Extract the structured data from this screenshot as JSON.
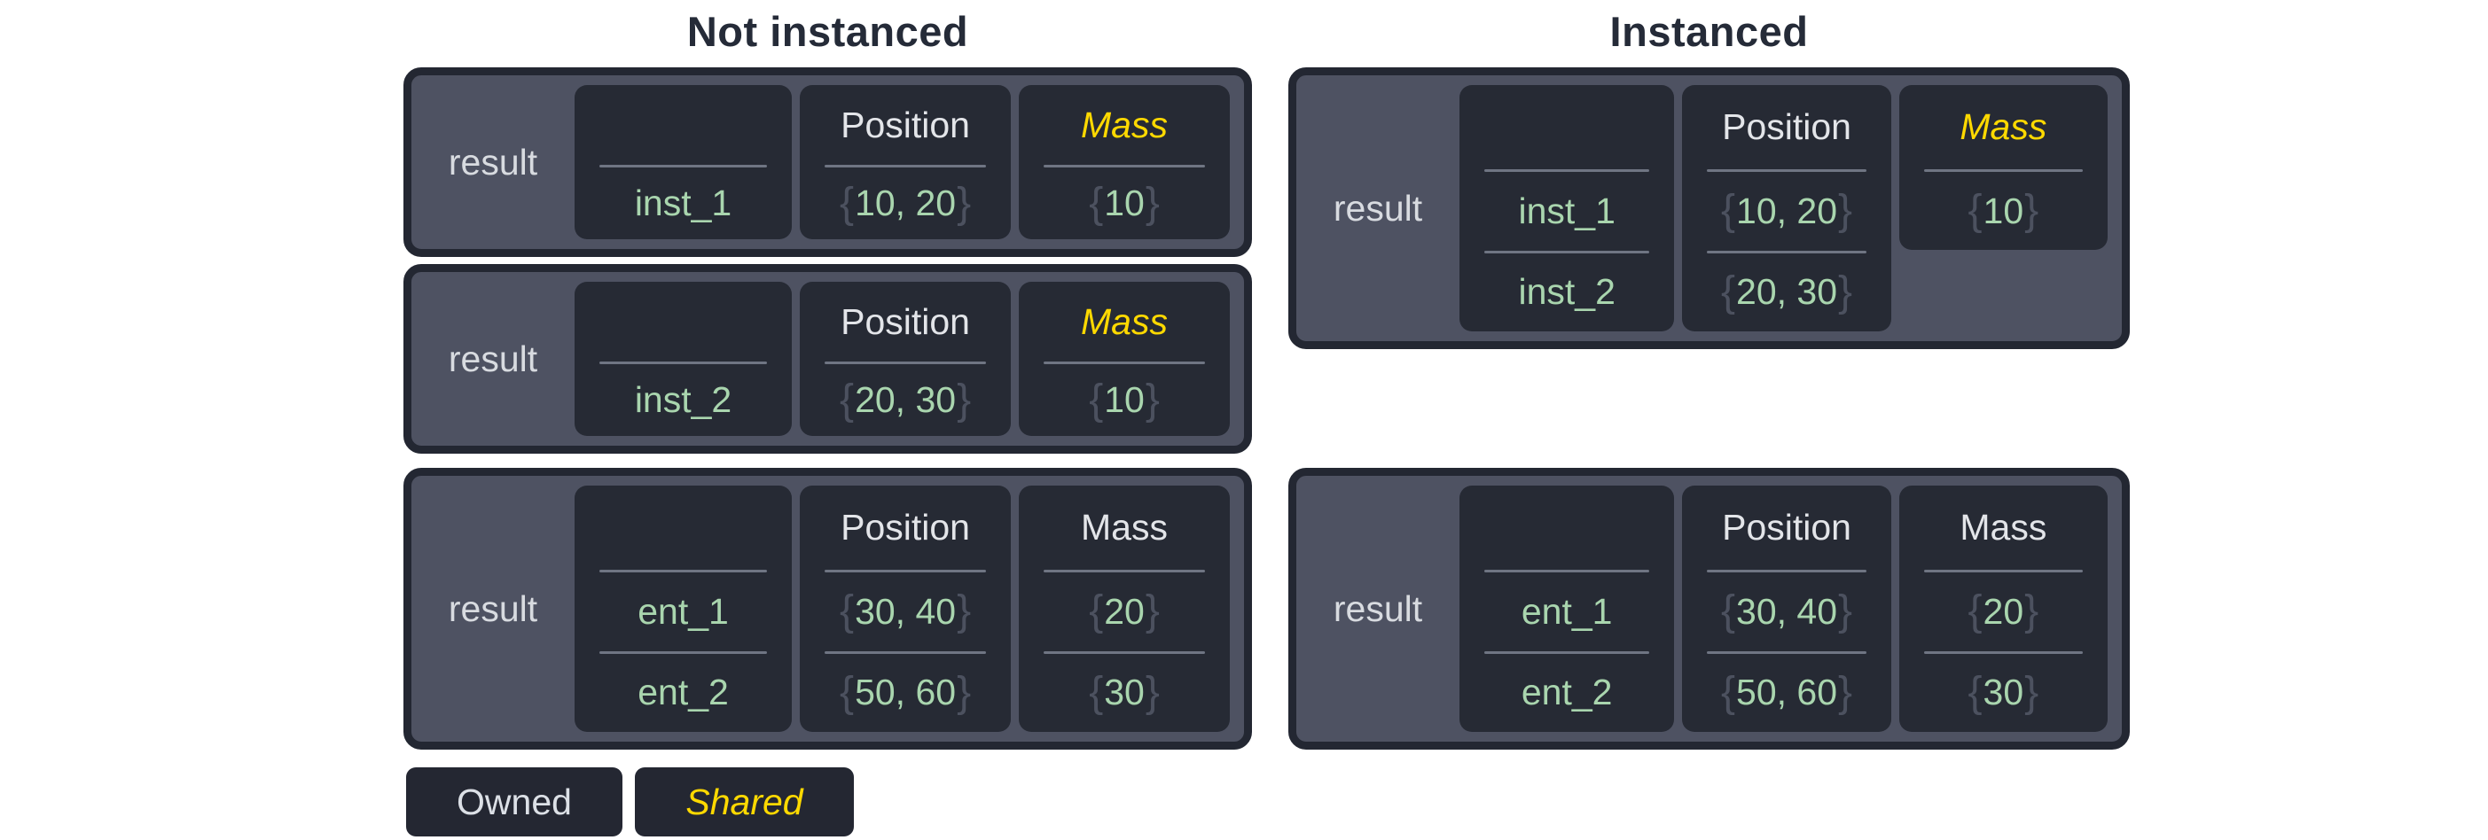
{
  "diagram": {
    "groups": [
      {
        "title": "Not instanced",
        "panels": [
          {
            "label": "result",
            "columns": [
              {
                "header": "",
                "rows": [
                  {
                    "text": "inst_1"
                  }
                ]
              },
              {
                "header": "Position",
                "rows": [
                  {
                    "pre": "{",
                    "text": "10, 20",
                    "post": "}"
                  }
                ]
              },
              {
                "header": "Mass",
                "shared": true,
                "rows": [
                  {
                    "pre": "{",
                    "text": "10",
                    "post": "}"
                  }
                ]
              }
            ]
          },
          {
            "label": "result",
            "columns": [
              {
                "header": "",
                "rows": [
                  {
                    "text": "inst_2"
                  }
                ]
              },
              {
                "header": "Position",
                "rows": [
                  {
                    "pre": "{",
                    "text": "20, 30",
                    "post": "}"
                  }
                ]
              },
              {
                "header": "Mass",
                "shared": true,
                "rows": [
                  {
                    "pre": "{",
                    "text": "10",
                    "post": "}"
                  }
                ]
              }
            ]
          },
          {
            "label": "result",
            "columns": [
              {
                "header": "",
                "rows": [
                  {
                    "text": "ent_1"
                  },
                  {
                    "text": "ent_2"
                  }
                ]
              },
              {
                "header": "Position",
                "rows": [
                  {
                    "pre": "{",
                    "text": "30, 40",
                    "post": "}"
                  },
                  {
                    "pre": "{",
                    "text": "50, 60",
                    "post": "}"
                  }
                ]
              },
              {
                "header": "Mass",
                "shared": false,
                "rows": [
                  {
                    "pre": "{",
                    "text": "20",
                    "post": "}"
                  },
                  {
                    "pre": "{",
                    "text": "30",
                    "post": "}"
                  }
                ]
              }
            ]
          }
        ]
      },
      {
        "title": "Instanced",
        "panels": [
          {
            "label": "result",
            "columns": [
              {
                "header": "",
                "rows": [
                  {
                    "text": "inst_1"
                  },
                  {
                    "text": "inst_2"
                  }
                ]
              },
              {
                "header": "Position",
                "rows": [
                  {
                    "pre": "{",
                    "text": "10, 20",
                    "post": "}"
                  },
                  {
                    "pre": "{",
                    "text": "20, 30",
                    "post": "}"
                  }
                ]
              },
              {
                "header": "Mass",
                "shared": true,
                "truncated": true,
                "rows": [
                  {
                    "pre": "{",
                    "text": "10",
                    "post": "}"
                  }
                ]
              }
            ]
          },
          {
            "label": "result",
            "columns": [
              {
                "header": "",
                "rows": [
                  {
                    "text": "ent_1"
                  },
                  {
                    "text": "ent_2"
                  }
                ]
              },
              {
                "header": "Position",
                "rows": [
                  {
                    "pre": "{",
                    "text": "30, 40",
                    "post": "}"
                  },
                  {
                    "pre": "{",
                    "text": "50, 60",
                    "post": "}"
                  }
                ]
              },
              {
                "header": "Mass",
                "shared": false,
                "rows": [
                  {
                    "pre": "{",
                    "text": "20",
                    "post": "}"
                  },
                  {
                    "pre": "{",
                    "text": "30",
                    "post": "}"
                  }
                ]
              }
            ]
          }
        ]
      }
    ],
    "legend": {
      "items": [
        {
          "label": "Owned",
          "style": "owned"
        },
        {
          "label": "Shared",
          "style": "shared"
        }
      ]
    }
  },
  "colors": {
    "background": "#ffffff",
    "title_text": "#252b38",
    "panel_fill": "#4e5262",
    "panel_border": "#232732",
    "cell_fill": "#262a34",
    "header_text": "#e3e5e9",
    "result_text": "#d8dbe0",
    "value_green": "#a9d5ae",
    "brace_gray": "#4c515f",
    "divider_gray": "#6f7583",
    "shared_yellow": "#ffd900",
    "legend_chip_fill": "#242732"
  }
}
